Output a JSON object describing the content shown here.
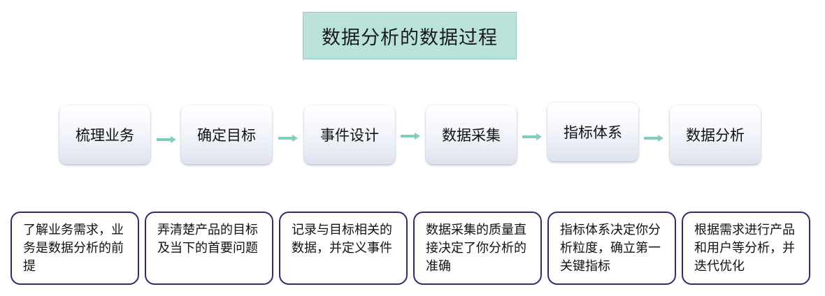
{
  "title": "数据分析的数据过程",
  "steps": [
    {
      "label": "梳理业务",
      "note": "了解业务需求，业务是数据分析的前提"
    },
    {
      "label": "确定目标",
      "note": "弄清楚产品的目标及当下的首要问题"
    },
    {
      "label": "事件设计",
      "note": "记录与目标相关的数据，并定义事件"
    },
    {
      "label": "数据采集",
      "note": "数据采集的质量直接决定了你分析的准确"
    },
    {
      "label": "指标体系",
      "note": "指标体系决定你分析粒度，确立第一关键指标"
    },
    {
      "label": "数据分析",
      "note": "根据需求进行产品和用户等分析，并迭代优化"
    }
  ],
  "colors": {
    "title_bg": "#b8e2da",
    "arrow": "#7fcdbd",
    "note_border": "#2c2d6b"
  }
}
